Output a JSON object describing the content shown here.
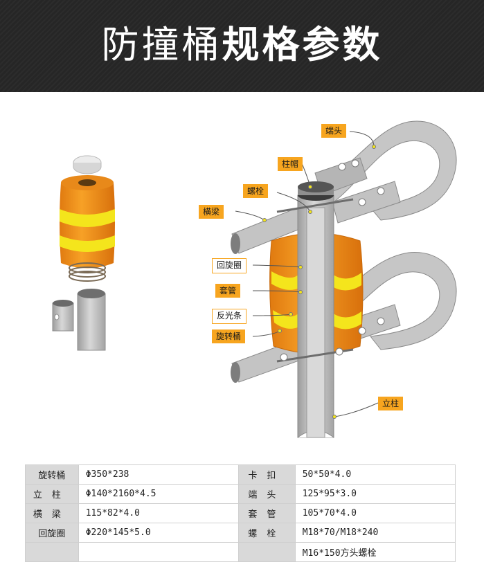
{
  "header": {
    "title_light": "防撞桶",
    "title_bold": "规格参数"
  },
  "labels": {
    "duantou": "端头",
    "zhumao": "柱帽",
    "luoshuan": "螺栓",
    "hengliang": "横梁",
    "huixuanquan": "回旋圈",
    "taoguan": "套管",
    "fanguangtiao": "反光条",
    "xuanzhuantong": "旋转桶",
    "lizhu": "立柱"
  },
  "colors": {
    "barrel_orange": "#f28c1b",
    "reflective_yellow": "#f5e61a",
    "label_orange": "#f7a51f",
    "steel_gray": "#b9b9b9",
    "header_dark": "#2a2a2a"
  },
  "spec_table": {
    "rows": [
      {
        "k1": "旋转桶",
        "v1": "Φ350*238",
        "k2": "卡扣",
        "v2": "50*50*4.0"
      },
      {
        "k1": "立柱",
        "v1": "Φ140*2160*4.5",
        "k2": "端头",
        "v2": "125*95*3.0"
      },
      {
        "k1": "横梁",
        "v1": "115*82*4.0",
        "k2": "套管",
        "v2": "105*70*4.0"
      },
      {
        "k1": "回旋圈",
        "v1": "Φ220*145*5.0",
        "k2": "螺栓",
        "v2": "M18*70/M18*240"
      },
      {
        "k1": "",
        "v1": "",
        "k2": "",
        "v2": "M16*150方头螺栓"
      }
    ]
  }
}
